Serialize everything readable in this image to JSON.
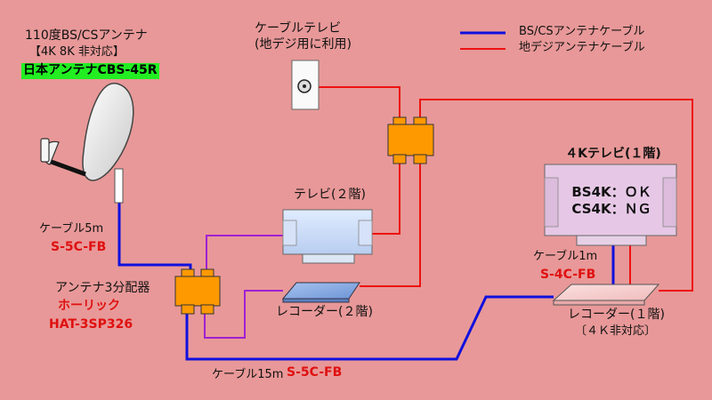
{
  "antenna": {
    "title": "110度BS/CSアンテナ",
    "note": "【4K 8K 非対応】",
    "model": "日本アンテナCBS-45R"
  },
  "cable_tv_outlet": {
    "line1": "ケーブルテレビ",
    "line2": "(地デジ用に利用)"
  },
  "legend": {
    "bs_cs": "BS/CSアンテナケーブル",
    "terrestrial": "地デジアンテナケーブル"
  },
  "colors": {
    "bs_cs_cable": "#1010dd",
    "terrestrial_cable": "#ee1111",
    "tv2_cable": "#a020d0",
    "splitter": "#ff9900"
  },
  "cable_5m": {
    "label": "ケーブル5m",
    "type": "S-5C-FB"
  },
  "splitter": {
    "label": "アンテナ3分配器",
    "brand": "ホーリック",
    "model": "HAT-3SP326"
  },
  "tv_2f": {
    "label": "テレビ(２階)"
  },
  "recorder_2f": {
    "label": "レコーダー(２階)"
  },
  "tv_4k": {
    "title": "４Kテレビ(１階)",
    "bs4k": "BS4K：ＯＫ",
    "cs4k": "CS4K：ＮＧ"
  },
  "cable_1m": {
    "label": "ケーブル1m",
    "type": "S-4C-FB"
  },
  "recorder_1f": {
    "label": "レコーダー(１階)",
    "note": "〔４Ｋ非対応〕"
  },
  "cable_15m": {
    "label": "ケーブル15m",
    "type": "S-5C-FB"
  }
}
